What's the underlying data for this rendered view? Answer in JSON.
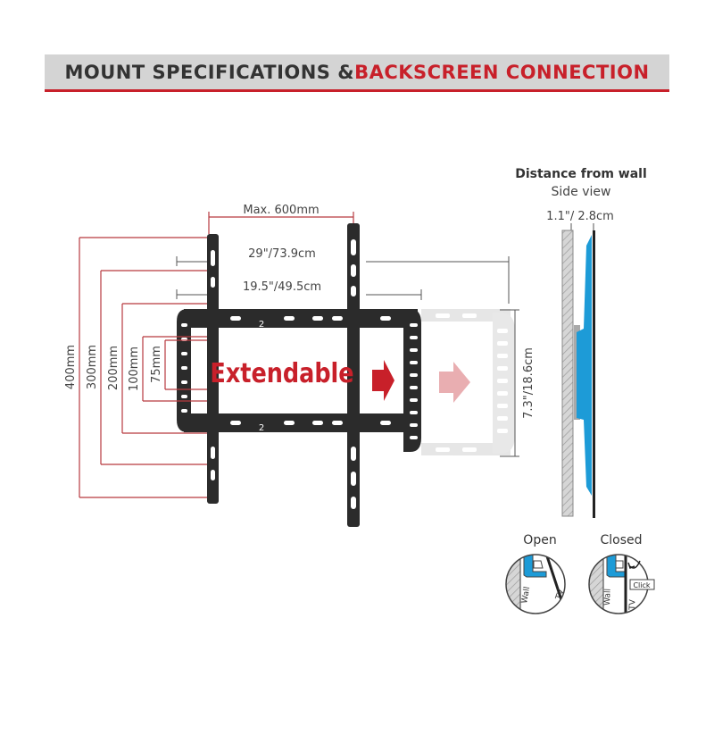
{
  "banner": {
    "title_part1": "MOUNT SPECIFICATIONS & ",
    "title_part2": "BACKSCREEN CONNECTION"
  },
  "colors": {
    "banner_bg": "#d4d4d4",
    "accent_red": "#c8202a",
    "dimension_red": "#b7393f",
    "mount_black": "#2b2b2b",
    "tv_blue": "#1d9bd7",
    "wall_gray": "#c9c9c9"
  },
  "dimensions": {
    "max_width": "Max. 600mm",
    "width_outer": "29\"/73.9cm",
    "width_inner": "19.5\"/49.5cm",
    "heights": [
      "400mm",
      "300mm",
      "200mm",
      "100mm",
      "75mm"
    ],
    "frame_height": "7.3\"/18.6cm"
  },
  "mount": {
    "extendable_label": "Extendable",
    "bracket_mark": "2"
  },
  "side_view": {
    "title": "Distance from wall",
    "subtitle": "Side view",
    "distance": "1.1\"/ 2.8cm"
  },
  "connection": {
    "open_label": "Open",
    "closed_label": "Closed",
    "wall_label": "Wall",
    "tv_label": "TV",
    "click_label": "Click"
  }
}
